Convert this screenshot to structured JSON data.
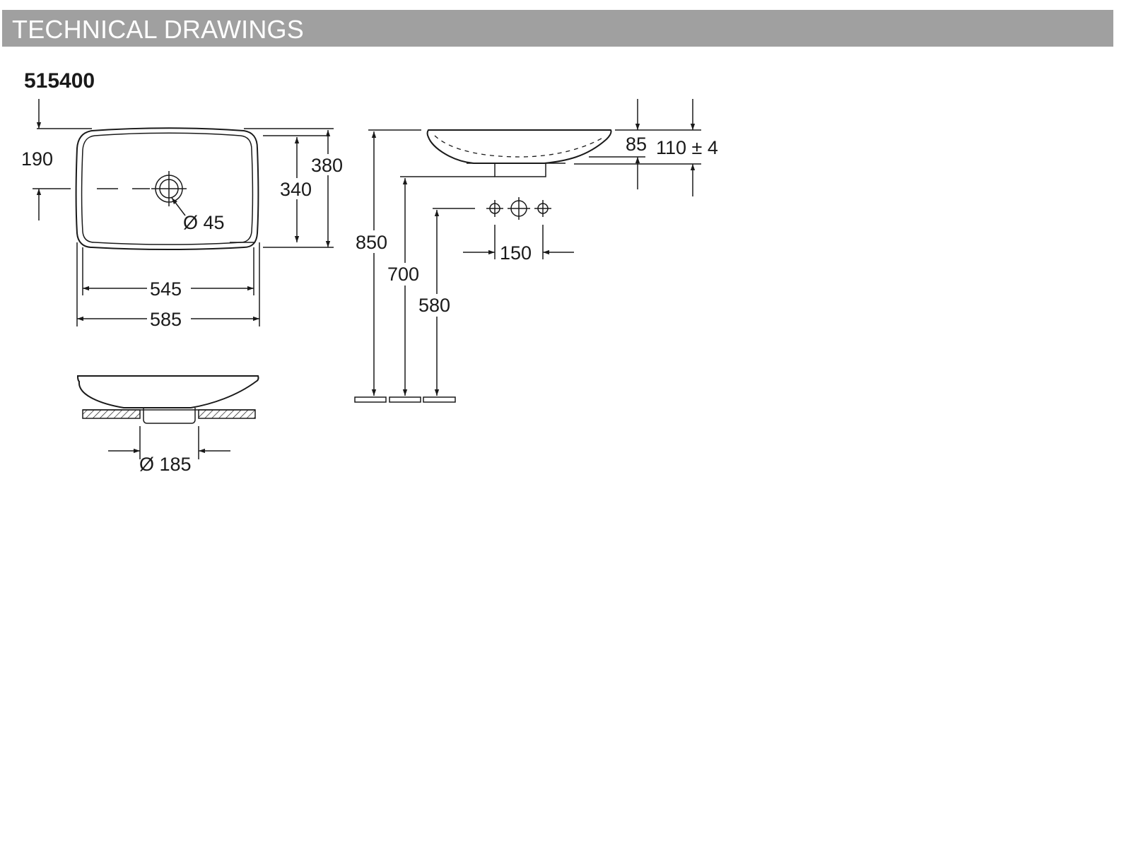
{
  "header": {
    "title": "TECHNICAL DRAWINGS"
  },
  "model_number": "515400",
  "dimensions": {
    "top_view": {
      "depth_to_tap": "190",
      "outer_depth": "380",
      "inner_depth": "340",
      "tap_hole_diameter": "Ø 45",
      "inner_width": "545",
      "outer_width": "585"
    },
    "front_view": {
      "drain_diameter": "Ø 185"
    },
    "side_view": {
      "bowl_depth": "85",
      "total_height": "110 ± 4",
      "rim_height": "850",
      "drain_height": "700",
      "tap_height": "580",
      "tap_spacing": "150"
    }
  },
  "colors": {
    "header_background": "#a0a0a0",
    "header_text": "#ffffff",
    "line": "#1a1a1a"
  }
}
